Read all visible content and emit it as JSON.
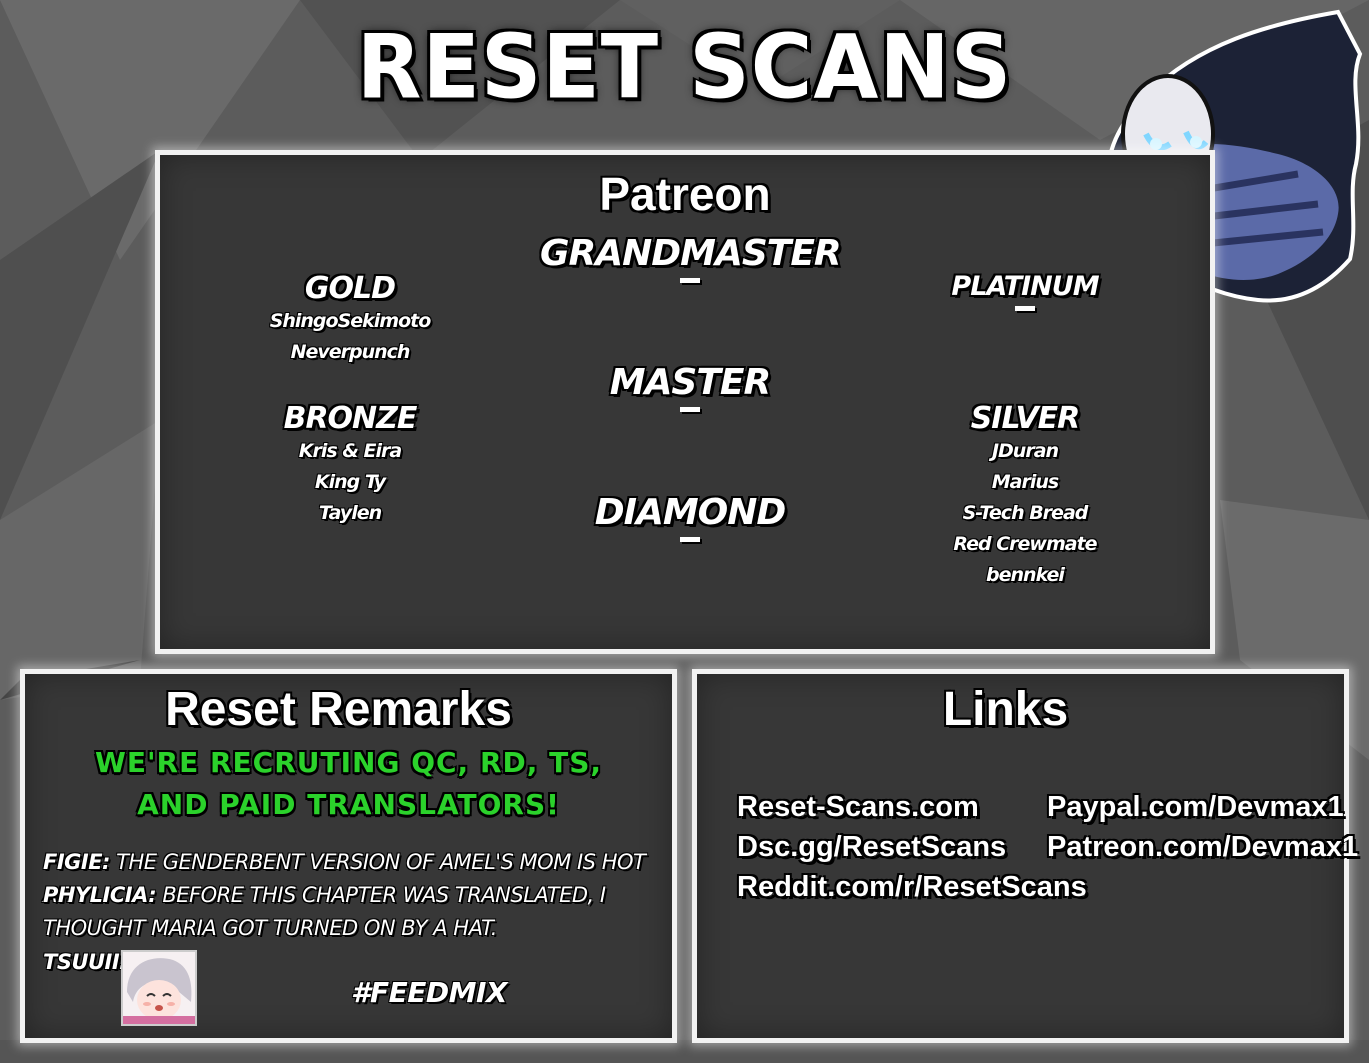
{
  "brand": {
    "title": "RESET SCANS"
  },
  "patreon": {
    "title": "Patreon",
    "tiers": {
      "grandmaster": {
        "name": "GRANDMASTER",
        "members": []
      },
      "master": {
        "name": "MASTER",
        "members": []
      },
      "diamond": {
        "name": "DIAMOND",
        "members": []
      },
      "platinum": {
        "name": "PLATINUM",
        "members": []
      },
      "gold": {
        "name": "GOLD",
        "members": [
          "ShingoSekimoto",
          "Neverpunch"
        ]
      },
      "bronze": {
        "name": "BRONZE",
        "members": [
          "Kris & Eira",
          "King Ty",
          "Taylen"
        ]
      },
      "silver": {
        "name": "SILVER",
        "members": [
          "JDuran",
          "Marius",
          "S-Tech Bread",
          "Red Crewmate",
          "bennkei"
        ]
      }
    }
  },
  "remarks": {
    "title": "Reset Remarks",
    "recruit_line1": "WE'RE RECRUTING QC, RD, TS,",
    "recruit_line2": "AND PAID TRANSLATORS!",
    "entries": [
      {
        "speaker": "FIGIE:",
        "text": "THE GENDERBENT VERSION OF AMEL'S MOM IS HOT AF."
      },
      {
        "speaker": "PHYLICIA:",
        "text": "BEFORE THIS CHAPTER WAS TRANSLATED, I THOUGHT MARIA GOT TURNED ON BY A HAT."
      },
      {
        "speaker": "TSUUII:",
        "text": ""
      }
    ],
    "hashtag": "#FEEDMIX"
  },
  "links": {
    "title": "Links",
    "items": [
      "Reset-Scans.com",
      "Dsc.gg/ResetScans",
      "Reddit.com/r/ResetScans",
      "Paypal.com/Devmax1",
      "Patreon.com/Devmax1"
    ]
  },
  "colors": {
    "recruit": "#2bd22b",
    "panel": "#373737",
    "border": "#f2f2f2"
  },
  "icons": {
    "mascot": "hooded-mascot-icon",
    "avatar": "crying-girl-avatar"
  }
}
